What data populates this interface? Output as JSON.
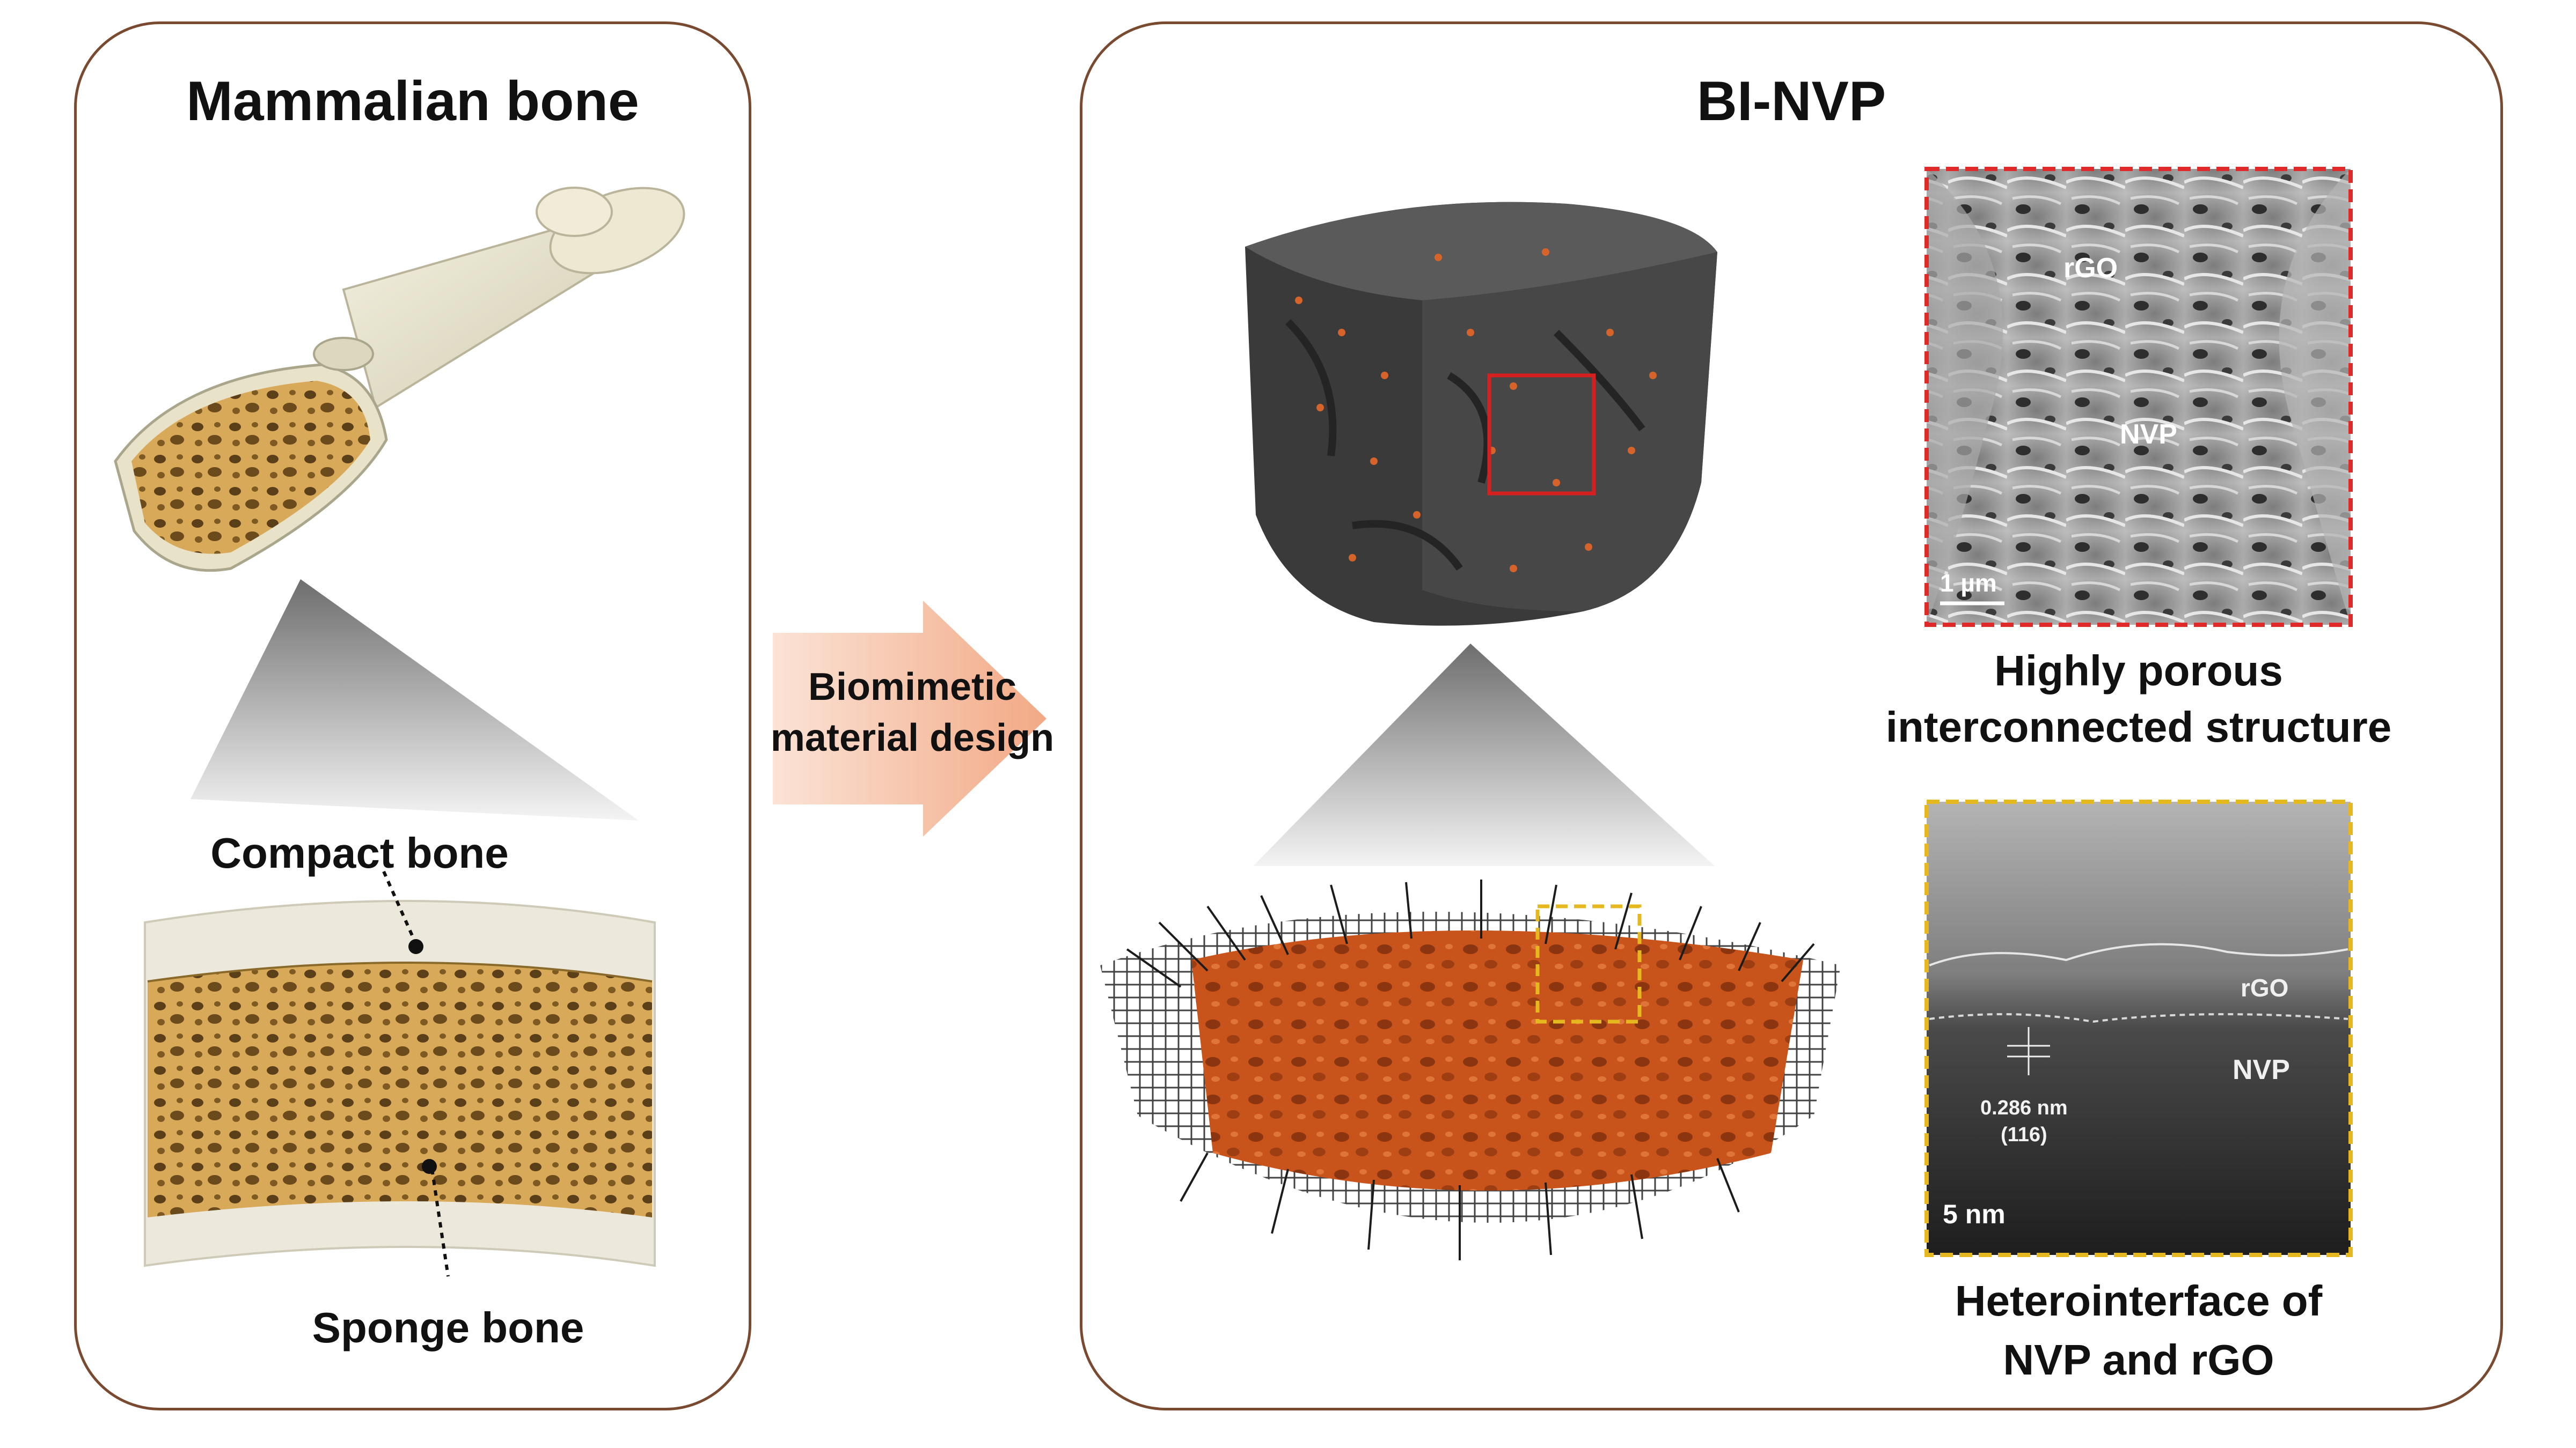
{
  "left_panel": {
    "title": "Mammalian bone",
    "compact_label": "Compact bone",
    "sponge_label": "Sponge bone"
  },
  "arrow": {
    "line1": "Biomimetic",
    "line2": "material design"
  },
  "right_panel": {
    "title": "BI-NVP",
    "sem": {
      "rgo": "rGO",
      "nvp": "NVP",
      "scale": "1 µm",
      "caption_line1": "Highly porous",
      "caption_line2": "interconnected structure"
    },
    "tem": {
      "rgo": "rGO",
      "nvp": "NVP",
      "spacing": "0.286 nm",
      "plane": "(116)",
      "scale": "5 nm",
      "caption_line1": "Heterointerface of",
      "caption_line2": "NVP and rGO"
    }
  },
  "colors": {
    "panel_border": "#7a4a30",
    "bone": "#e9e5cf",
    "sponge": "#d9a95a",
    "nvp_orange": "#c8541c",
    "carbon_dark": "#3a3a3a",
    "sem_frame": "#e02a2a",
    "tem_frame": "#e6b81f",
    "arrow_fill": "#f3b99a"
  }
}
